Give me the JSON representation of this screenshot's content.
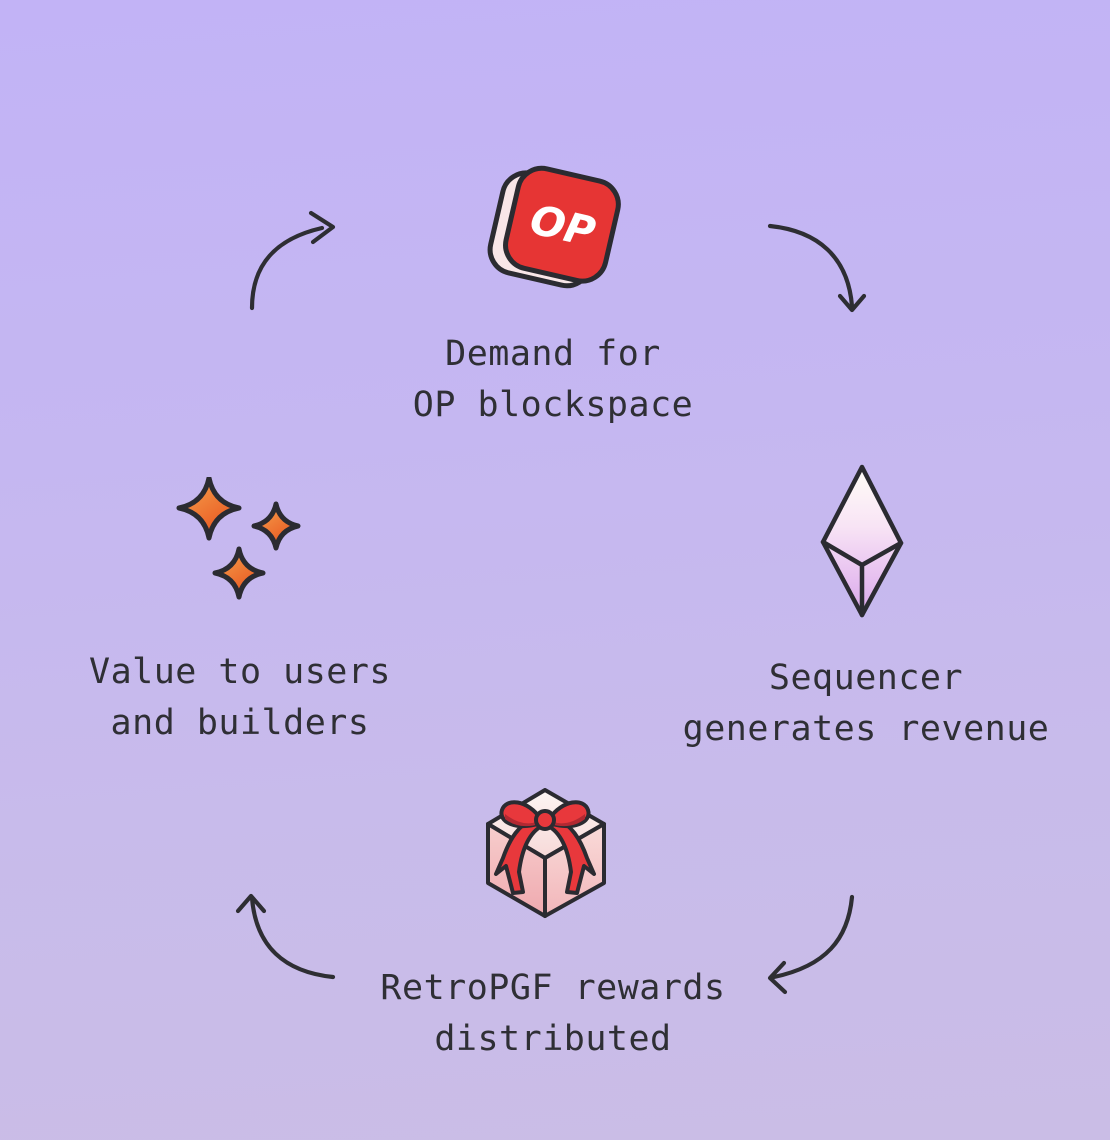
{
  "diagram": {
    "type": "cycle",
    "description": "Four-step value flywheel connected by curved arrows, clockwise",
    "nodes": [
      {
        "id": "demand",
        "icon": "op-token-icon",
        "line1": "Demand for",
        "line2": "OP blockspace",
        "position": "top"
      },
      {
        "id": "sequencer",
        "icon": "eth-crystal-icon",
        "line1": "Sequencer",
        "line2": "generates revenue",
        "position": "right"
      },
      {
        "id": "retropgf",
        "icon": "gift-box-icon",
        "line1": "RetroPGF rewards",
        "line2": "distributed",
        "position": "bottom"
      },
      {
        "id": "value",
        "icon": "sparkles-icon",
        "line1": "Value to users",
        "line2": "and builders",
        "position": "left"
      }
    ],
    "op_badge_label": "OP",
    "flow": [
      "value -> demand",
      "demand -> sequencer",
      "sequencer -> retropgf",
      "retropgf -> value"
    ]
  },
  "colors": {
    "background_top": "#c2b3f6",
    "background_bottom": "#cabde6",
    "text": "#2f2f35",
    "outline": "#2b2b31",
    "arrow": "#2e2e33",
    "op_red": "#e63534",
    "op_side_pink": "#f8e6e8",
    "ribbon_red": "#e8383c",
    "ribbon_dark_red": "#b22932",
    "sparkle_orange_light": "#f5a54f",
    "sparkle_orange_deep": "#e9541f",
    "eth_crystal_light": "#fffdf7",
    "eth_crystal_purple": "#d9a7ea",
    "gift_pink_light": "#fdf5f3",
    "gift_pink_deep": "#efa9af"
  }
}
